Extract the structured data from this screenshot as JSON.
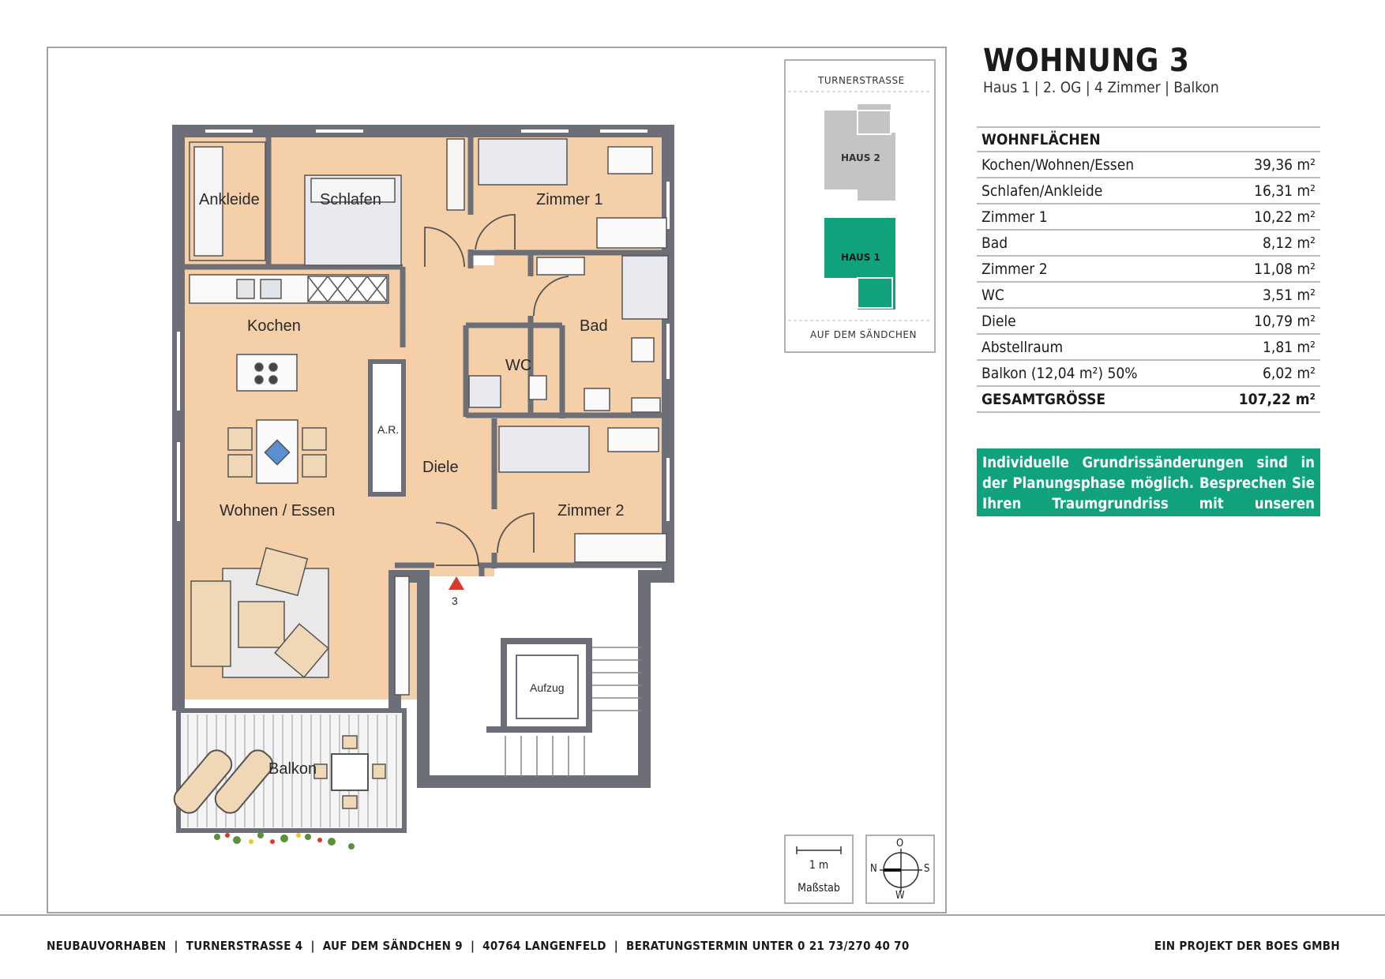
{
  "header": {
    "title": "WOHNUNG 3",
    "subtitle": "Haus 1 | 2. OG | 4 Zimmer | Balkon"
  },
  "areas": {
    "header": "WOHNFLÄCHEN",
    "rows": [
      {
        "room": "Kochen/Wohnen/Essen",
        "area": "39,36 m²"
      },
      {
        "room": "Schlafen/Ankleide",
        "area": "16,31 m²"
      },
      {
        "room": "Zimmer 1",
        "area": "10,22 m²"
      },
      {
        "room": "Bad",
        "area": "8,12 m²"
      },
      {
        "room": "Zimmer 2",
        "area": "11,08 m²"
      },
      {
        "room": "WC",
        "area": "3,51 m²"
      },
      {
        "room": "Diele",
        "area": "10,79 m²"
      },
      {
        "room": "Abstellraum",
        "area": "1,81 m²"
      },
      {
        "room": "Balkon (12,04 m²) 50%",
        "area": "6,02 m²"
      }
    ],
    "total": {
      "room": "GESAMTGRÖSSE",
      "area": "107,22 m²"
    }
  },
  "info": "Individuelle Grundrissänderungen sind in der Planungsphase möglich. Besprechen Sie Ihren Traumgrundriss mit unseren Architekten.",
  "floorplan": {
    "labels": {
      "ankleide": "Ankleide",
      "schlafen": "Schlafen",
      "zimmer1": "Zimmer 1",
      "kochen": "Kochen",
      "bad": "Bad",
      "wc": "WC",
      "ar": "A.R.",
      "diele": "Diele",
      "wohnen": "Wohnen / Essen",
      "zimmer2": "Zimmer 2",
      "aufzug": "Aufzug",
      "balkon": "Balkon",
      "entrance": "3"
    }
  },
  "sitemap": {
    "street_top": "TURNERSTRASSE",
    "street_bottom": "AUF DEM SÄNDCHEN",
    "haus2": "HAUS 2",
    "haus1": "HAUS 1",
    "colors": {
      "active": "#0fa27d",
      "inactive": "#c4c4c4"
    }
  },
  "scale": {
    "value": "1 m",
    "caption": "Maßstab"
  },
  "compass": {
    "north": "N",
    "south": "S",
    "east": "O",
    "west": "W"
  },
  "footer": {
    "left": "NEUBAUVORHABEN  |  TURNERSTRASSE 4  |  AUF DEM SÄNDCHEN 9  |  40764 LANGENFELD  |  BERATUNGSTERMIN UNTER 0 21 73/270 40 70",
    "right": "EIN PROJEKT DER BOES GMBH"
  },
  "colors": {
    "accent": "#0fa27d",
    "floor": "#f4cfa8",
    "wall": "#6c6f78"
  }
}
